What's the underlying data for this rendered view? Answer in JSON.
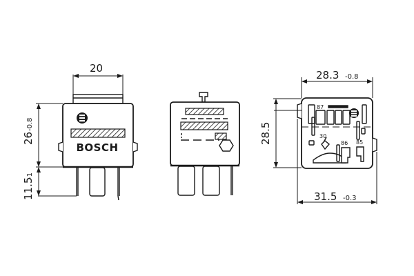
{
  "drawing": {
    "subject": "Automotive relay dimension drawing",
    "brand_text": "BOSCH",
    "stroke_color": "#1a1a1a",
    "background": "#ffffff"
  },
  "front_view": {
    "width_dim": "20",
    "height_dim": "26",
    "height_tol": "-0.8",
    "pin_length_dim": "11.5",
    "pin_length_tol": "-1"
  },
  "side_view": {},
  "bottom_view": {
    "top_width_dim": "28.3",
    "top_width_tol": "-0.8",
    "height_dim": "28.5",
    "bottom_width_dim": "31.5",
    "bottom_width_tol": "-0.3",
    "terminals": [
      "87",
      "30",
      "86",
      "85"
    ]
  }
}
